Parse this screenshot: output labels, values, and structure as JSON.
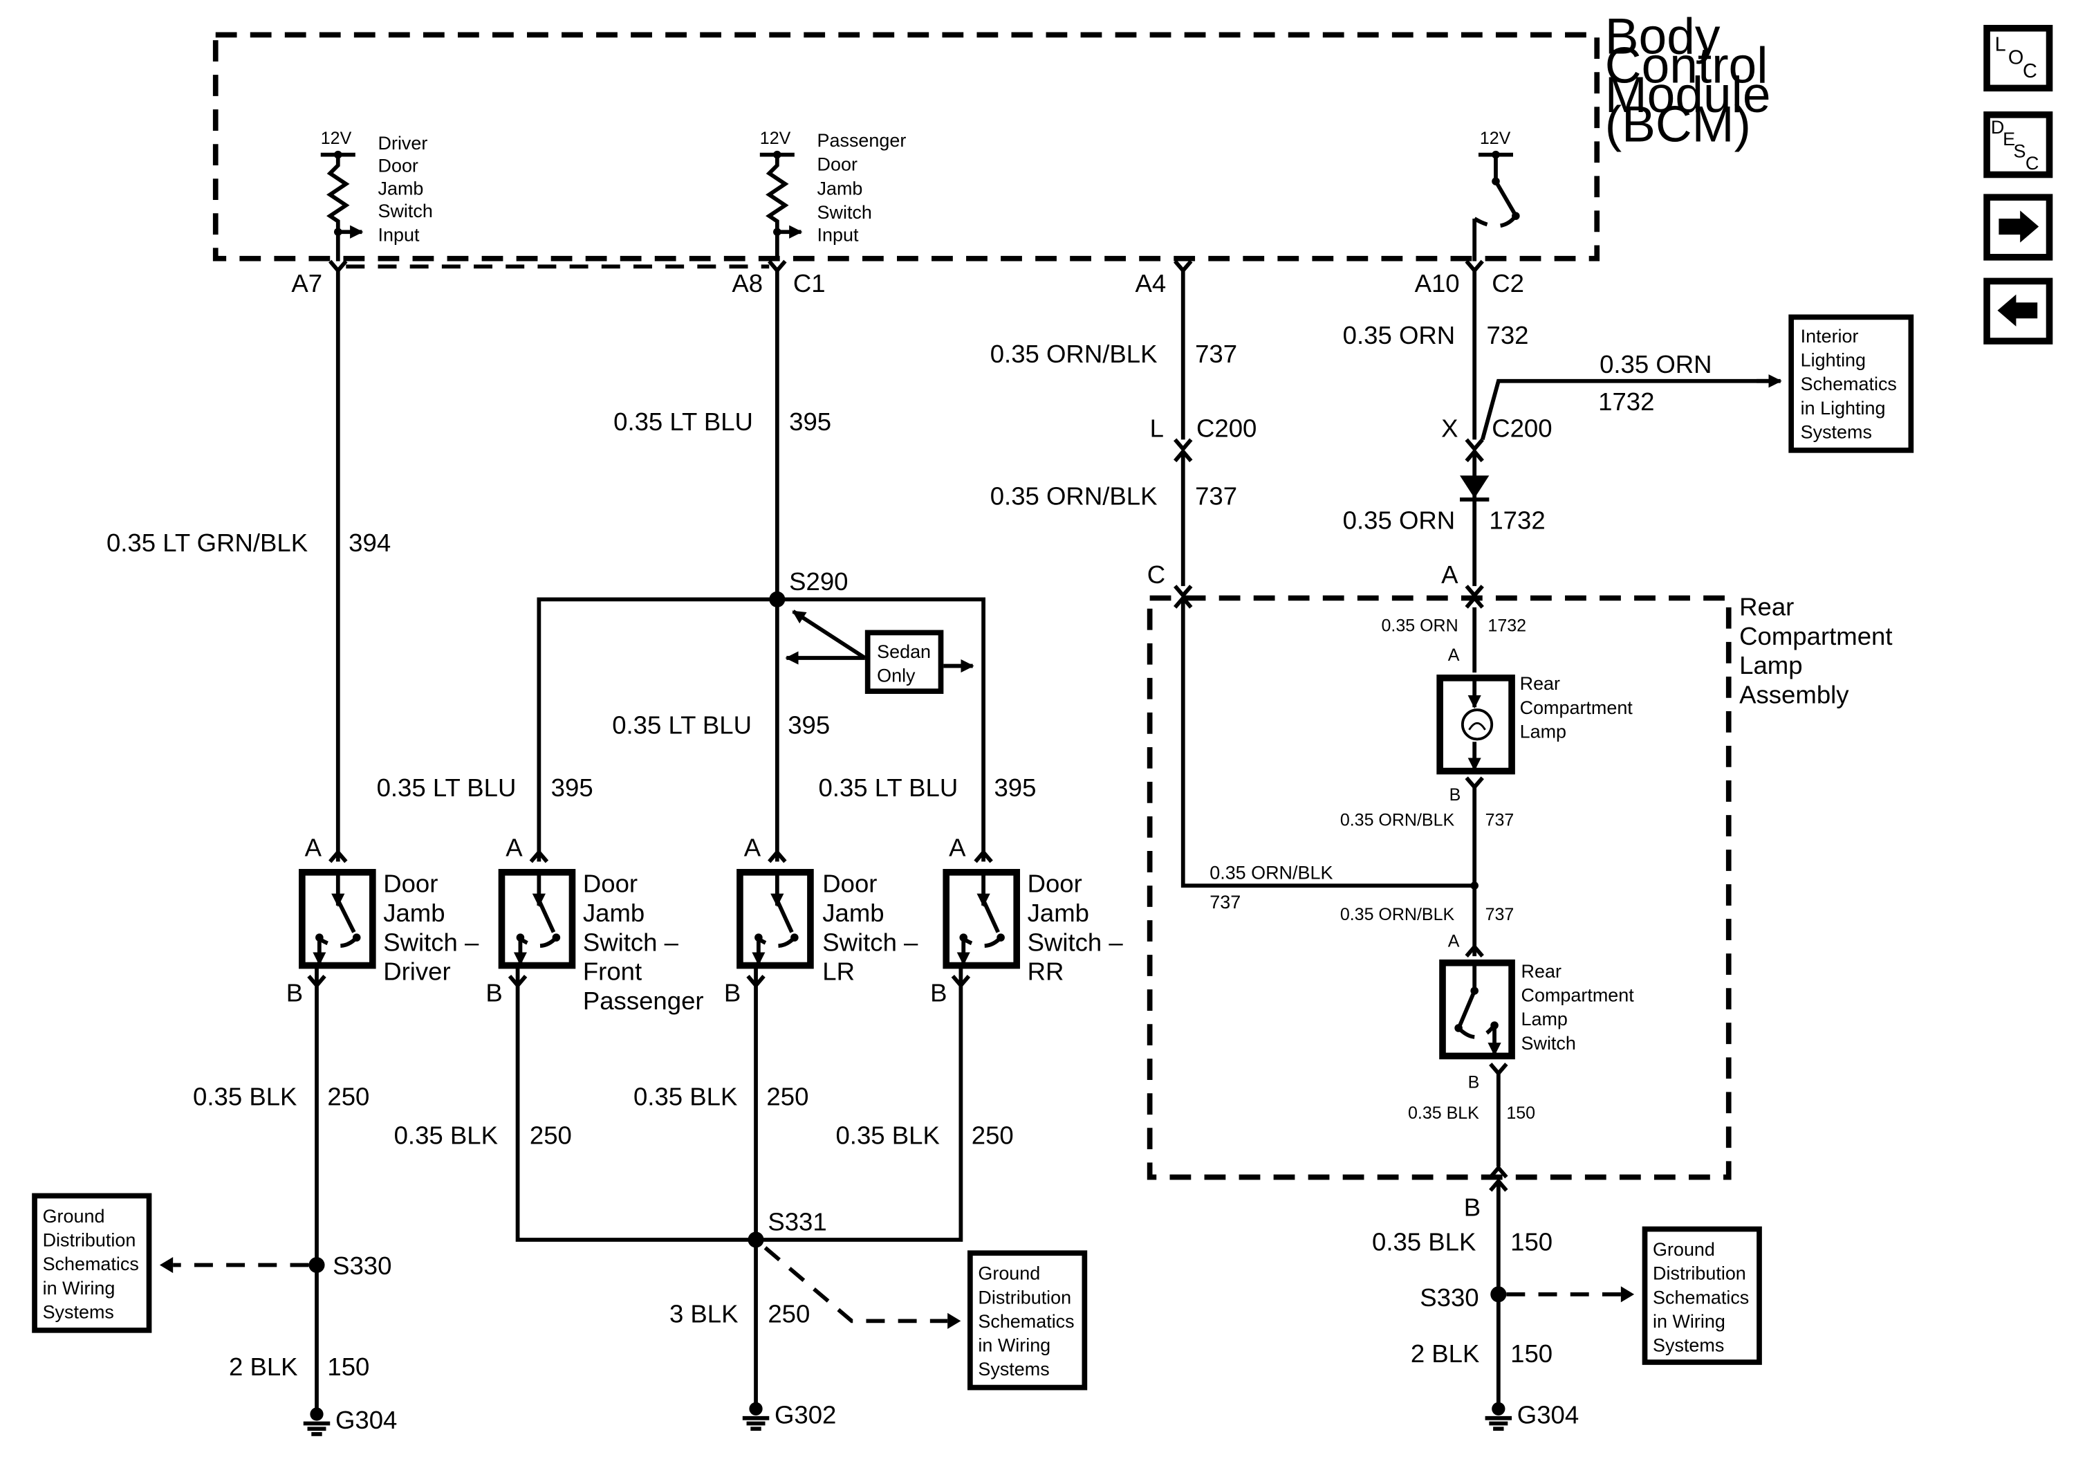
{
  "bcm": {
    "l1": "Body",
    "l2": "Control",
    "l3": "Module",
    "l4": "(BCM)"
  },
  "inputs": {
    "v12": "12V",
    "driver": [
      "Driver",
      "Door",
      "Jamb",
      "Switch",
      "Input"
    ],
    "passenger": [
      "Passenger",
      "Door",
      "Jamb",
      "Switch",
      "Input"
    ]
  },
  "pins": {
    "a7": "A7",
    "a8": "A8",
    "c1": "C1",
    "a4": "A4",
    "a10": "A10",
    "c2": "C2",
    "l": "L",
    "c200": "C200",
    "x": "X",
    "c": "C",
    "a": "A",
    "b": "B"
  },
  "wires": {
    "ltgrnblk": "0.35 LT GRN/BLK",
    "n394": "394",
    "ltblu": "0.35 LT BLU",
    "n395": "395",
    "ornblk": "0.35 ORN/BLK",
    "n737": "737",
    "orn": "0.35 ORN",
    "n732": "732",
    "n1732": "1732",
    "blk": "0.35 BLK",
    "n250": "250",
    "n150": "150",
    "blk2": "2 BLK",
    "blk3": "3 BLK"
  },
  "splices": {
    "s290": "S290",
    "s330": "S330",
    "s331": "S331"
  },
  "grounds": {
    "g304": "G304",
    "g302": "G302"
  },
  "sedan": [
    "Sedan",
    "Only"
  ],
  "switches": {
    "driver": [
      "Door",
      "Jamb",
      "Switch –",
      "Driver"
    ],
    "front": [
      "Door",
      "Jamb",
      "Switch –",
      "Front",
      "Passenger"
    ],
    "lr": [
      "Door",
      "Jamb",
      "Switch –",
      "LR"
    ],
    "rr": [
      "Door",
      "Jamb",
      "Switch –",
      "RR"
    ]
  },
  "rear_assembly": [
    "Rear",
    "Compartment",
    "Lamp",
    "Assembly"
  ],
  "rear_lamp": [
    "Rear",
    "Compartment",
    "Lamp"
  ],
  "rear_switch": [
    "Rear",
    "Compartment",
    "Lamp",
    "Switch"
  ],
  "ref_interior": [
    "Interior",
    "Lighting",
    "Schematics",
    "in Lighting",
    "Systems"
  ],
  "ref_ground": [
    "Ground",
    "Distribution",
    "Schematics",
    "in Wiring",
    "Systems"
  ],
  "nav": {
    "loc": "LOC",
    "desc": "DESC",
    "next": "next-arrow-icon",
    "prev": "prev-arrow-icon"
  }
}
